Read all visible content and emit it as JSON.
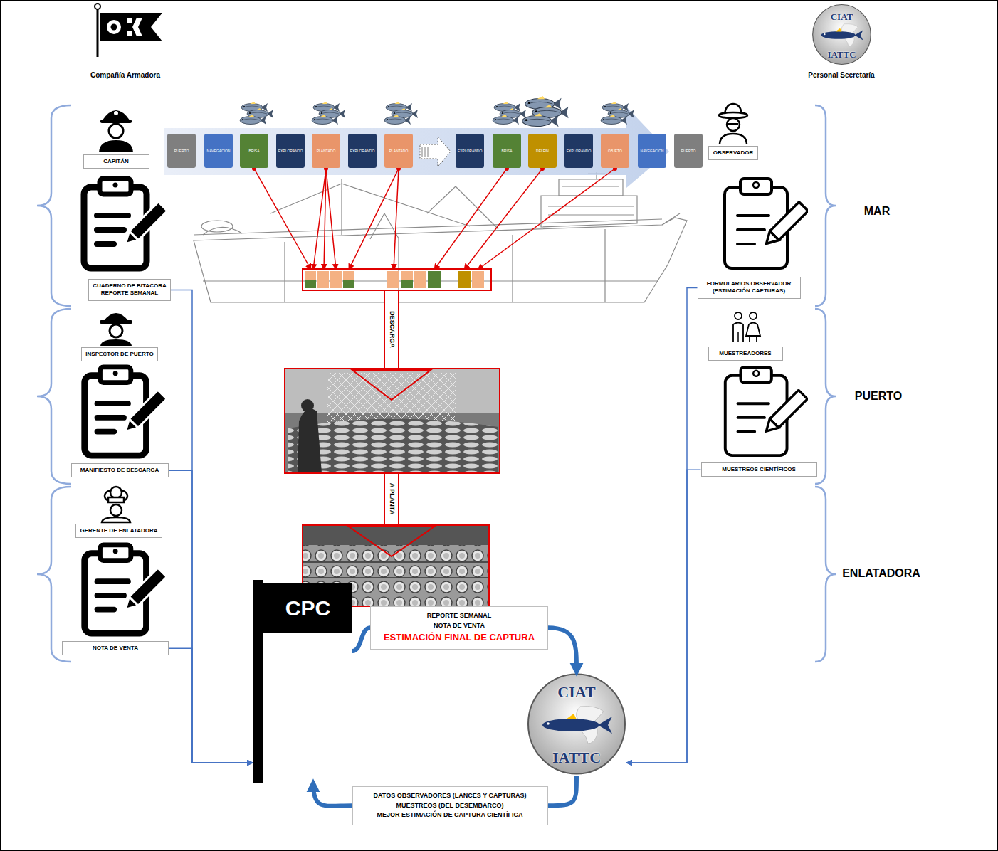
{
  "diagram": {
    "nodes": [
      {
        "text": [
          "CIAT",
          "IATTC"
        ]
      },
      {
        "text": [
          "CAPITÁN"
        ]
      },
      {
        "text": [
          "PUERTO"
        ]
      },
      {
        "text": [
          "NAVEGACIÓN"
        ]
      },
      {
        "text": [
          "BRISA"
        ]
      },
      {
        "text": [
          "EXPLORANDO"
        ]
      },
      {
        "text": [
          "PLANTADO"
        ]
      },
      {
        "text": [
          "EXPLORANDO"
        ]
      },
      {
        "text": [
          "PLANTADO"
        ]
      },
      {
        "text": [
          "EXPLORANDO"
        ]
      },
      {
        "text": [
          "BRISA"
        ]
      },
      {
        "text": [
          "DELFÍN"
        ]
      },
      {
        "text": [
          "EXPLORANDO"
        ]
      },
      {
        "text": [
          "OBJETO"
        ]
      },
      {
        "text": [
          "NAVEGACIÓN"
        ]
      },
      {
        "text": [
          "PUERTO"
        ]
      },
      {
        "text": [
          "OBSERVADOR"
        ]
      },
      {
        "text": [
          "CUADERNO DE BITACORA",
          "REPORTE SEMANAL"
        ]
      },
      {
        "text": [
          "FORMULARIOS OBSERVADOR (ESTIMACIÓN CAPTURAS)"
        ]
      },
      {
        "text": [
          "INSPECTOR DE PUERTO"
        ]
      },
      {
        "text": [
          "MUESTREADORES"
        ]
      },
      {
        "text": [
          "MANIFIESTO DE DESCARGA"
        ]
      },
      {
        "text": [
          "MUESTREOS CIENTÍFICOS"
        ]
      },
      {
        "text": [
          "GERENTE DE ENLATADORA"
        ]
      },
      {
        "text": [
          "NOTA DE VENTA"
        ]
      },
      {
        "text": [
          "REPORTE SEMANAL",
          "NOTA DE VENTA",
          "ESTIMACIÓN FINAL DE CAPTURA"
        ]
      },
      {
        "text": [
          "CPC"
        ]
      },
      {
        "text": [
          "CIAT",
          "IATTC"
        ]
      },
      {
        "text": [
          "DATOS OBSERVADORES (LANCES Y CAPTURAS)",
          "MUESTREOS (DEL DESEMBARCO)",
          "MEJOR ESTIMACIÓN DE CAPTURA CIENTÍFICA"
        ]
      }
    ],
    "edges": [
      {
        "from": 17,
        "to": 26,
        "arrow": "to"
      },
      {
        "from": 21,
        "to": 26,
        "arrow": "to"
      },
      {
        "from": 24,
        "to": 26,
        "arrow": "to"
      },
      {
        "from": 18,
        "to": 27,
        "arrow": "to"
      },
      {
        "from": 22,
        "to": 27,
        "arrow": "to"
      },
      {
        "from": 26,
        "to": 25,
        "arrow": "none"
      },
      {
        "from": 25,
        "to": 27,
        "arrow": "to"
      },
      {
        "from": 27,
        "to": 28,
        "arrow": "none"
      },
      {
        "from": 28,
        "to": 26,
        "arrow": "to"
      }
    ],
    "labels": [
      "Compañía Armadora",
      "Personal Secretaría",
      "MAR",
      "PUERTO",
      "ENLATADORA",
      "DESCARGA",
      "A PLANTA"
    ]
  }
}
